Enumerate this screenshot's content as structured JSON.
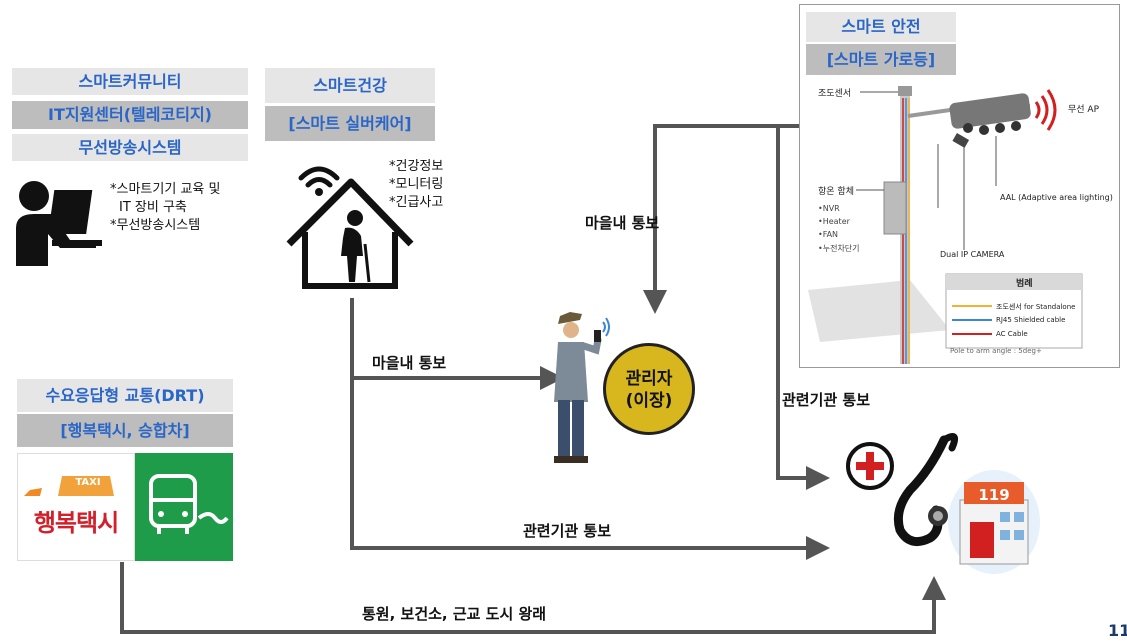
{
  "community": {
    "title": "스마트커뮤니티",
    "line2": "IT지원센터(텔레코티지)",
    "line3": "무선방송시스템",
    "notes": [
      "*스마트기기 교육 및",
      "IT 장비 구축",
      "*무선방송시스템"
    ]
  },
  "health": {
    "title": "스마트건강",
    "subtitle": "[스마트 실버케어]",
    "notes": [
      "*건강정보",
      "*모니터링",
      "*긴급사고"
    ]
  },
  "safety": {
    "title": "스마트 안전",
    "subtitle": "[스마트 가로등]",
    "diagram": {
      "light_sensor": "조도센서",
      "wireless_ap": "무선 AP",
      "enclosure": "항온 함체",
      "enclosure_items": [
        "•NVR",
        "•Heater",
        "•FAN",
        "•누전차단기"
      ],
      "aal": "AAL (Adaptive area lighting)",
      "camera": "Dual IP CAMERA",
      "legend_title": "범례",
      "legend_items": [
        {
          "label": "조도센서 for Standalone",
          "color": "#f2b233"
        },
        {
          "label": "RJ45 Shielded cable",
          "color": "#3a86d8"
        },
        {
          "label": "AC Cable",
          "color": "#d21f1f"
        }
      ],
      "angle_note": "Pole to arm angle : 5deg+"
    }
  },
  "drt": {
    "title": "수요응답형 교통(DRT)",
    "subtitle": "[행복택시, 승합차]",
    "taxi_sign": "TAXI",
    "taxi_name": "행복택시"
  },
  "manager": {
    "line1": "관리자",
    "line2": "(이장)"
  },
  "flows": {
    "village_notify_top": "마을내 통보",
    "village_notify_mid": "마을내 통보",
    "agency_notify_right": "관련기관 통보",
    "agency_notify_bottom": "관련기관 통보",
    "commute": "통원, 보건소, 근교 도시 왕래"
  },
  "emergency": {
    "sign": "119"
  },
  "page_number": "11"
}
